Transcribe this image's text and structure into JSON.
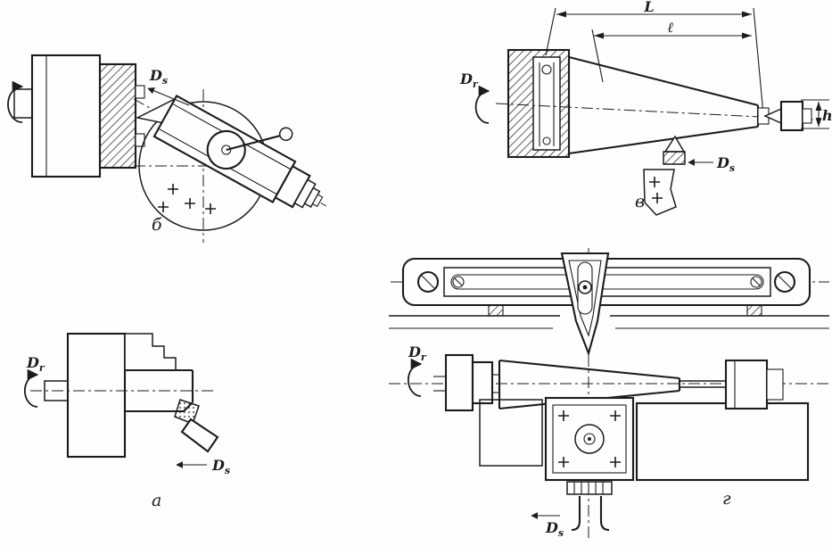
{
  "page": {
    "ink": "#1c1c1c",
    "paper": "#fefefe"
  },
  "labels": {
    "D": "D",
    "r": "r",
    "s": "s",
    "L": "L",
    "l": "ℓ",
    "h": "h"
  },
  "panels": {
    "a": {
      "caption": "а"
    },
    "b": {
      "caption": "б"
    },
    "v": {
      "caption": "в"
    },
    "g": {
      "caption": "г"
    }
  }
}
